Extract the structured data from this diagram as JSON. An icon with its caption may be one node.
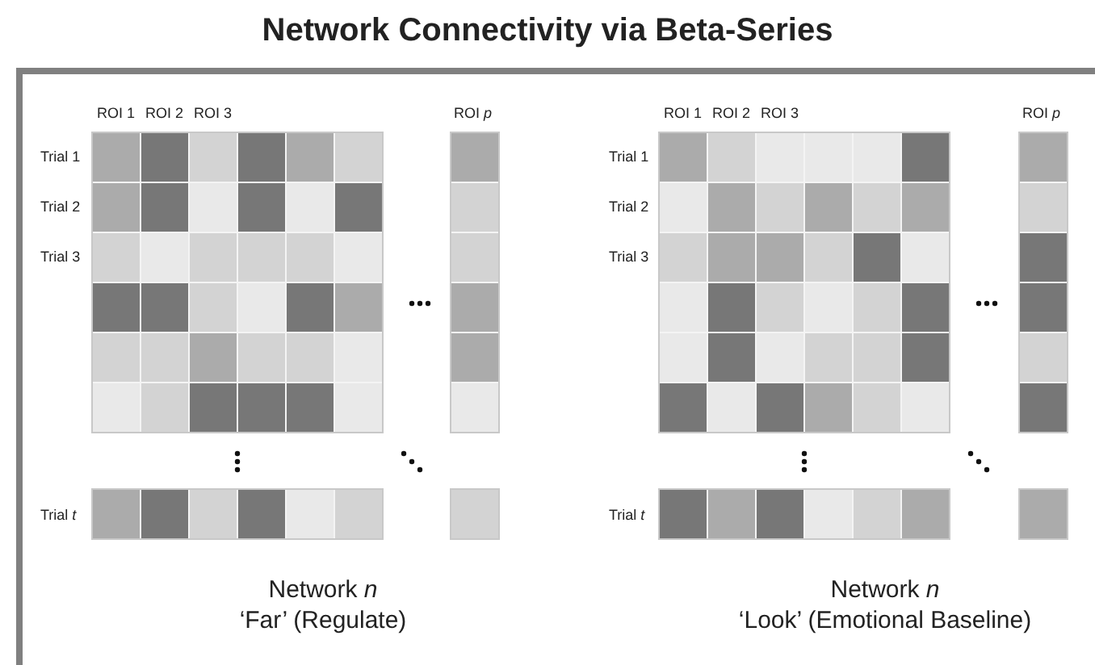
{
  "diagram": {
    "title": "Network Connectivity via Beta-Series",
    "labels": [
      "ROI 1",
      "ROI 2",
      "ROI 3",
      "ROI *p*",
      "Trial 1",
      "Trial 2",
      "Trial 3",
      "Trial *t*",
      "Network *n*",
      "‘Far’ (Regulate)",
      "ROI 1",
      "ROI 2",
      "ROI 3",
      "ROI *p*",
      "Trial 1",
      "Trial 2",
      "Trial 3",
      "Trial *t*",
      "Network *n*",
      "‘Look’ (Emotional Baseline)"
    ]
  }
}
